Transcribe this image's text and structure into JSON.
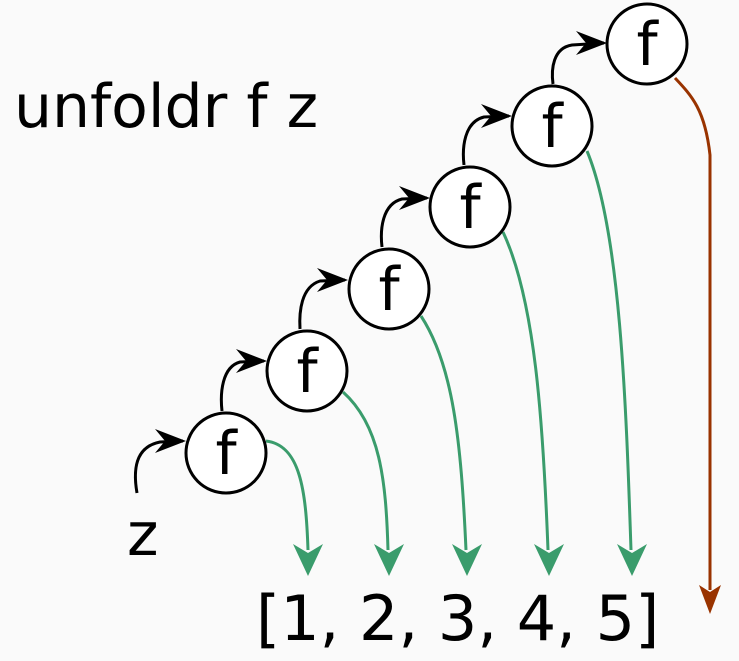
{
  "title": "unfoldr f z",
  "seed_label": "z",
  "function_label": "f",
  "nodes": [
    "f",
    "f",
    "f",
    "f",
    "f",
    "f"
  ],
  "result": "[1, 2, 3, 4, 5]",
  "colors": {
    "background": "#fafafa",
    "chain_arrow": "#000000",
    "output_arrow": "#3a9c6c",
    "terminate_arrow": "#993300"
  }
}
